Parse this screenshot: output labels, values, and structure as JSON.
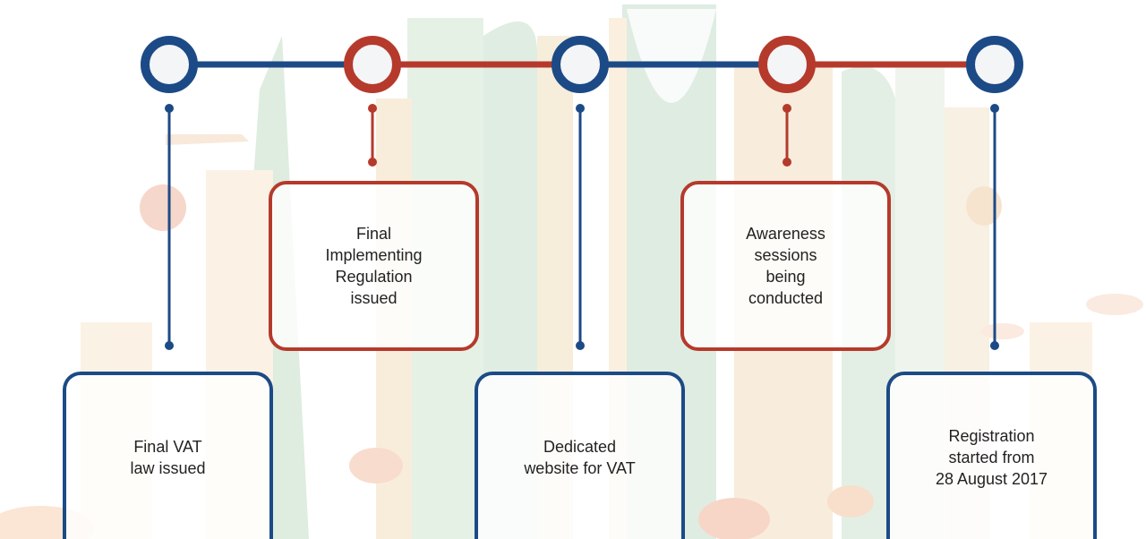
{
  "colors": {
    "blue": "#1c4a86",
    "red": "#b53a2c",
    "node_fill": "#f4f5f7"
  },
  "milestones": [
    {
      "text": "Final VAT\nlaw issued",
      "color": "blue"
    },
    {
      "text": "Final\nImplementing\nRegulation\nissued",
      "color": "red"
    },
    {
      "text": "Dedicated\nwebsite for VAT",
      "color": "blue"
    },
    {
      "text": "Awareness\nsessions\nbeing\nconducted",
      "color": "red"
    },
    {
      "text": "Registration\nstarted from\n28 August 2017",
      "color": "blue"
    }
  ]
}
